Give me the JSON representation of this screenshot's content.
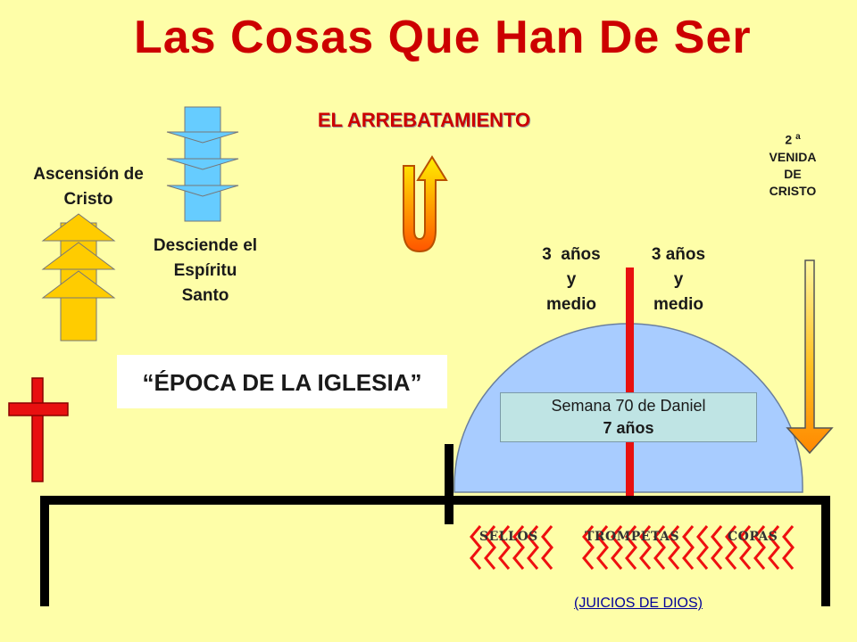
{
  "title": "Las Cosas Que Han De Ser",
  "rapture_label": "EL ARREBATAMIENTO",
  "ascension": {
    "line1": "Ascensión de",
    "line2": "Cristo"
  },
  "holy_spirit": {
    "line1": "Desciende el",
    "line2": "Espíritu",
    "line3": "Santo"
  },
  "half_first": {
    "line1": "3  años",
    "line2": "y",
    "line3": "medio"
  },
  "half_second": {
    "line1": "3 años",
    "line2": "y",
    "line3": "medio"
  },
  "second_coming": {
    "line1": "2",
    "sup": "a",
    "line2": "VENIDA",
    "line3": "DE",
    "line4": "CRISTO"
  },
  "church_age": "“ÉPOCA DE LA IGLESIA”",
  "daniel_week": {
    "line1": "Semana 70 de Daniel",
    "line2": "7 años"
  },
  "judgments": {
    "seals": "SELLOS",
    "trumpets": "TROMPETAS",
    "bowls": "COPAS",
    "caption": "(JUICIOS DE DIOS)"
  },
  "colors": {
    "title": "#cc0000",
    "background": "#fefea8",
    "dome": "#a8ccff",
    "cross": "#e81010",
    "up_arrow": "#ffcc00",
    "down_arrow": "#66ccff"
  }
}
